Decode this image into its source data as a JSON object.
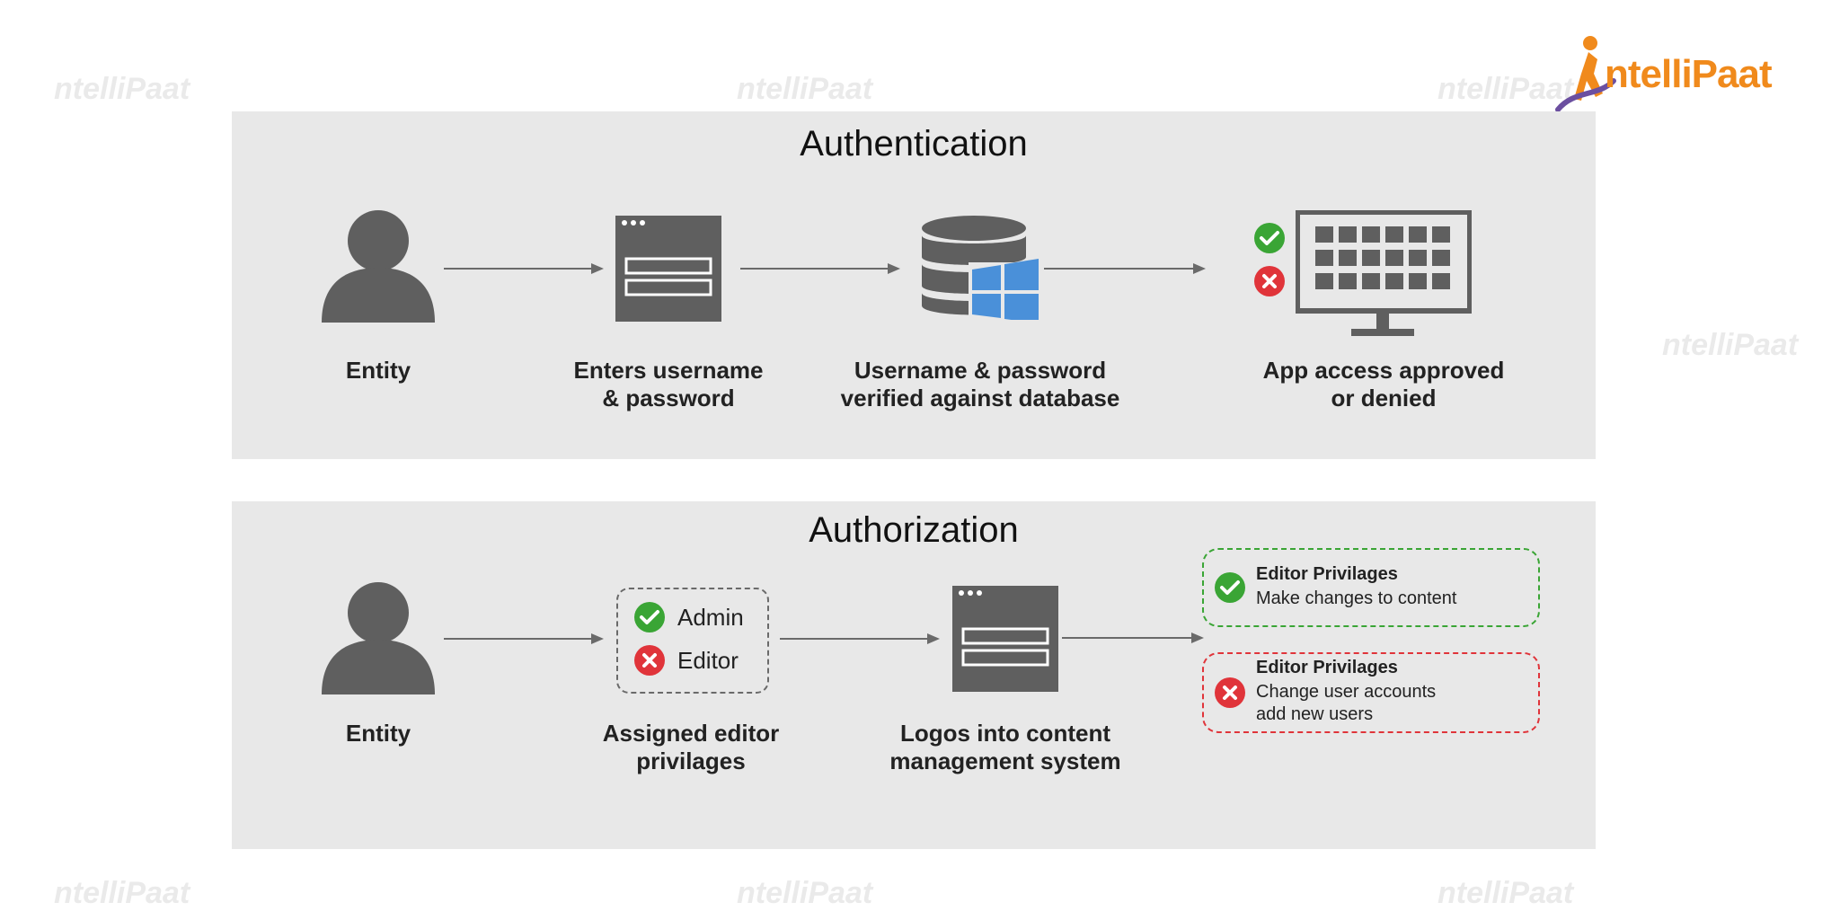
{
  "logo": {
    "text": "ntelliPaat",
    "full": "IntelliPaat"
  },
  "watermark": "ntelliPaat",
  "authentication": {
    "title": "Authentication",
    "steps": [
      {
        "icon": "user-icon",
        "label": [
          "Entity"
        ]
      },
      {
        "icon": "login-form-icon",
        "label": [
          "Enters username",
          "& password"
        ]
      },
      {
        "icon": "database-windows-icon",
        "label": [
          "Username & password",
          "verified against database"
        ]
      },
      {
        "icon": "monitor-app-grid-icon",
        "label": [
          "App access approved",
          "or denied"
        ]
      }
    ]
  },
  "authorization": {
    "title": "Authorization",
    "steps": [
      {
        "icon": "user-icon",
        "label": [
          "Entity"
        ]
      },
      {
        "icon": "roles-box",
        "label": [
          "Assigned editor",
          "privilages"
        ]
      },
      {
        "icon": "login-form-icon",
        "label": [
          "Logos into content",
          "management system"
        ]
      }
    ],
    "roles": [
      {
        "name": "Admin",
        "status": "check"
      },
      {
        "name": "Editor",
        "status": "cross"
      }
    ],
    "privileges": [
      {
        "title": "Editor Privilages",
        "status": "allowed",
        "lines": [
          "Make changes to content"
        ]
      },
      {
        "title": "Editor Privilages",
        "status": "denied",
        "lines": [
          "Change user accounts",
          "add new users"
        ]
      }
    ]
  },
  "colors": {
    "icon_gray": "#5f5f5f",
    "panel_bg": "#e8e8e8",
    "check_green": "#3aa535",
    "cross_red": "#e0343a",
    "windows_blue": "#4a90d9",
    "brand_orange": "#f08a1c",
    "brand_purple": "#6b4fa0"
  }
}
